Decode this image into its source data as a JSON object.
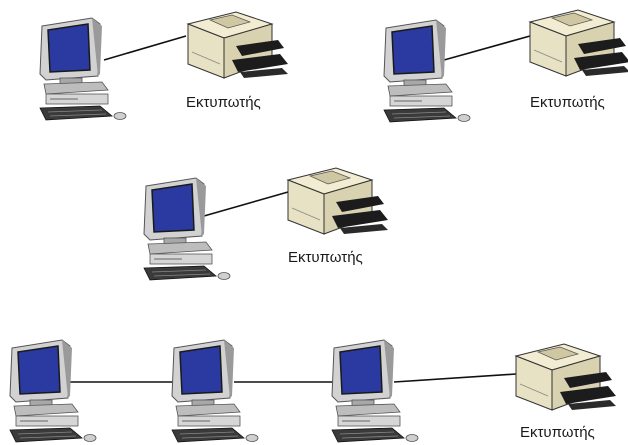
{
  "printer_label": "Εκτυπωτής",
  "colors": {
    "screen": "#2a3aa0",
    "monitor_body": "#c9c9c9",
    "cable": "#111111",
    "printer_body": "#e8e2c4",
    "printer_dark": "#222222"
  },
  "icons": [
    "computer-icon",
    "printer-icon"
  ],
  "groups": [
    {
      "name": "group-top-left",
      "computers": 1,
      "printers": 1
    },
    {
      "name": "group-top-right",
      "computers": 1,
      "printers": 1
    },
    {
      "name": "group-middle",
      "computers": 1,
      "printers": 1
    },
    {
      "name": "group-bottom-chain",
      "computers": 3,
      "printers": 1
    }
  ]
}
